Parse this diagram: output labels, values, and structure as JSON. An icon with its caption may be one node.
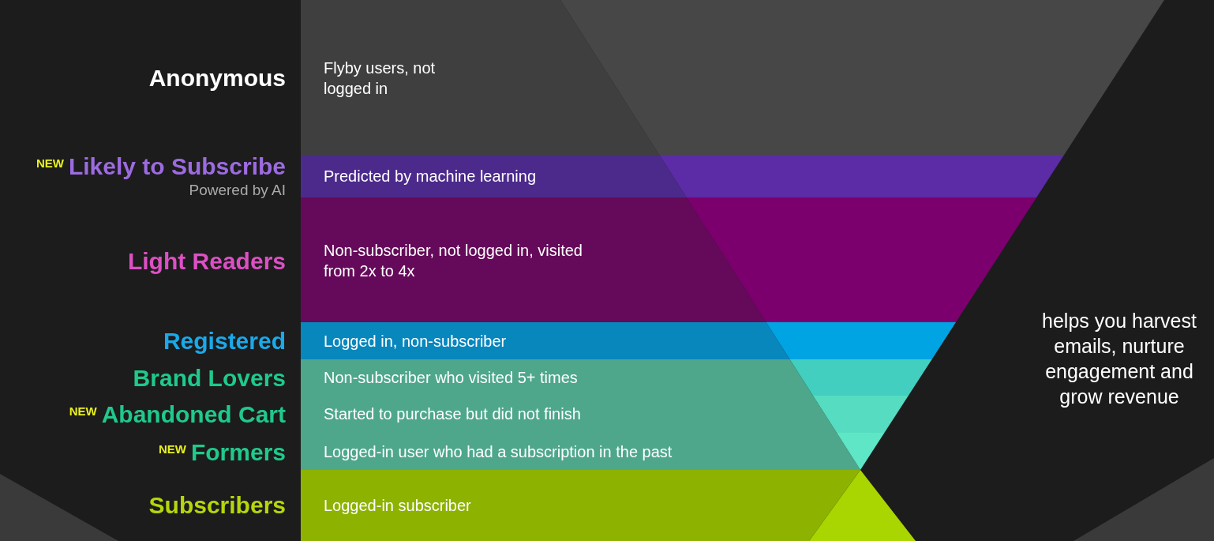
{
  "diagram": {
    "nodes": [
      {
        "text": [
          "Anonymous",
          "Flyby users, not logged in"
        ]
      },
      {
        "text": [
          "Likely to Subscribe",
          "Predicted by machine learning",
          "Powered by AI"
        ]
      },
      {
        "text": [
          "Light Readers",
          "Non-subscriber, not logged in, visited from 2x to 4x"
        ]
      },
      {
        "text": [
          "Registered",
          "Logged in, non-subscriber"
        ]
      },
      {
        "text": [
          "Brand Lovers",
          "Non-subscriber who visited 5+ times"
        ]
      },
      {
        "text": [
          "Abandoned Cart",
          "Started to purchase but did not finish"
        ]
      },
      {
        "text": [
          "Formers",
          "Logged-in user who had a subscription in the past"
        ]
      },
      {
        "text": [
          "Subscribers",
          "Logged-in subscriber"
        ]
      }
    ],
    "labels": [
      "NEW",
      "NEW",
      "NEW",
      "helps you harvest emails, nurture engagement and grow revenue"
    ]
  }
}
